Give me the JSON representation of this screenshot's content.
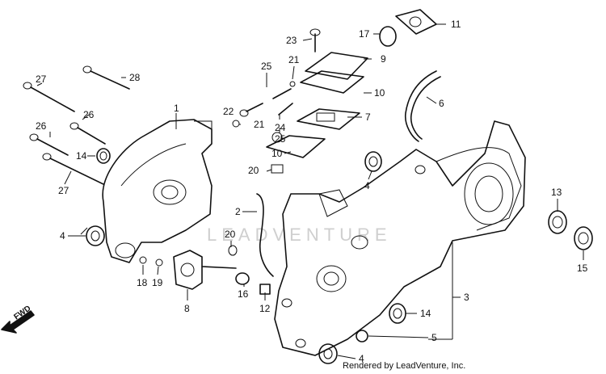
{
  "diagram": {
    "callouts": {
      "c1": "1",
      "c2": "2",
      "c3": "3",
      "c4a": "4",
      "c4b": "4",
      "c4c": "4",
      "c5": "5",
      "c6": "6",
      "c7": "7",
      "c8": "8",
      "c9": "9",
      "c10a": "10",
      "c10b": "10",
      "c11": "11",
      "c12": "12",
      "c13": "13",
      "c14a": "14",
      "c14b": "14",
      "c15": "15",
      "c16": "16",
      "c17": "17",
      "c18": "18",
      "c19": "19",
      "c20a": "20",
      "c20b": "20",
      "c21a": "21",
      "c21b": "21",
      "c22": "22",
      "c23": "23",
      "c24": "24",
      "c25a": "25",
      "c25b": "25",
      "c26a": "26",
      "c26b": "26",
      "c27a": "27",
      "c27b": "27",
      "c28": "28"
    },
    "direction_label": "FWD",
    "credit": "Rendered by LeadVenture, Inc.",
    "watermark": "LEADVENTURE",
    "line_color": "#111111"
  }
}
